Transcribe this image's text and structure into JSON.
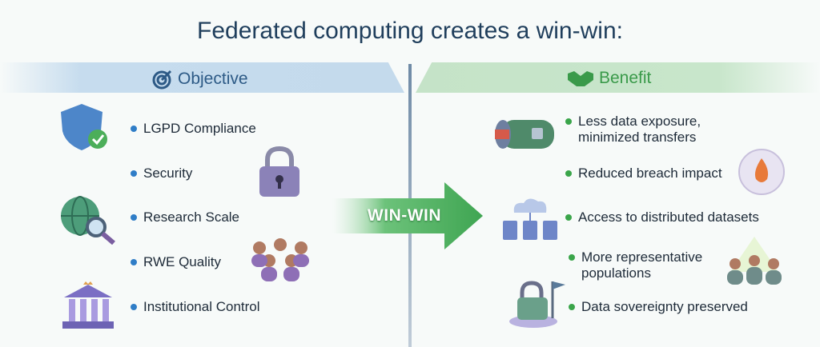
{
  "title": "Federated computing creates a win-win:",
  "objective": {
    "label": "Objective",
    "items": [
      "LGPD Compliance",
      "Security",
      "Research Scale",
      "RWE Quality",
      "Institutional Control"
    ]
  },
  "benefit": {
    "label": "Benefit",
    "items": [
      "Less data exposure, minimized transfers",
      "Reduced breach impact",
      "Access to distributed datasets",
      "More representative populations",
      "Data sovereignty preserved"
    ]
  },
  "center": {
    "label": "WIN-WIN"
  },
  "colors": {
    "blue": "#2f7dc7",
    "green": "#3aa54a",
    "title": "#1f3e5c"
  }
}
